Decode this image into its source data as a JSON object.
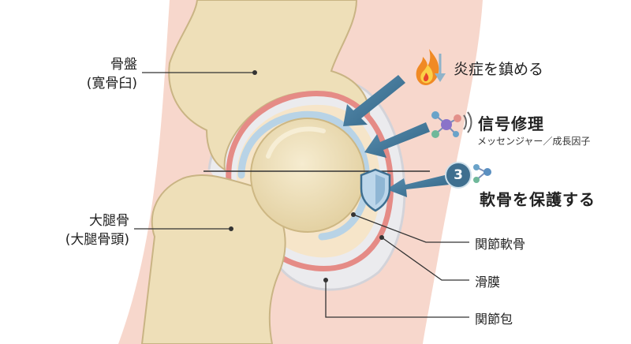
{
  "labels": {
    "pelvis": {
      "line1": "骨盤",
      "line2": "(寛骨臼)"
    },
    "femur": {
      "line1": "大腿骨",
      "line2": "(大腿骨頭)"
    },
    "articular_cartilage": "関節軟骨",
    "synovium": "滑膜",
    "joint_capsule": "関節包"
  },
  "mechanisms": [
    {
      "icon": "flame-icon",
      "text": "炎症を鎮める"
    },
    {
      "icon": "molecule-signal-icon",
      "title": "信号修理",
      "subtitle": "メッセンジャー／成長因子"
    },
    {
      "icon": "shield-icon",
      "badge": "3",
      "title": "軟骨を保護する"
    }
  ],
  "colors": {
    "bone": "#eedfb8",
    "bone_shadow": "#d6c393",
    "skin": "#f7d7cc",
    "cartilage": "#b8d3e6",
    "synovium": "#e58b86",
    "capsule": "#e7e7ea",
    "arrow": "#41789a"
  }
}
